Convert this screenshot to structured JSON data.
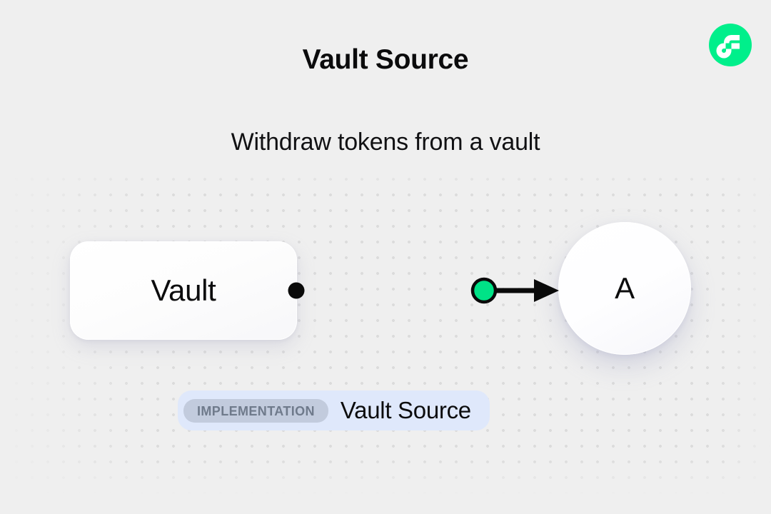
{
  "header": {
    "title": "Vault Source",
    "subtitle": "Withdraw tokens from a vault",
    "logo_icon": "flow-logo-icon",
    "logo_color": "#00ef8b"
  },
  "diagram": {
    "source_node": {
      "label": "Vault",
      "shape": "rounded-rectangle",
      "fill": "#ffffff"
    },
    "target_node": {
      "label": "A",
      "shape": "circle",
      "fill": "#ffffff"
    },
    "edge": {
      "from_handle_icon": "edge-source-dot-icon",
      "to_handle_icon": "edge-arrowhead-icon",
      "marker_icon": "edge-flow-marker-icon",
      "line_color": "#0a0a0a",
      "marker_color": "#00e387"
    }
  },
  "badge": {
    "tag": "IMPLEMENTATION",
    "value": "Vault Source",
    "background": "#dfe8fb",
    "tag_background": "#c2cbdd",
    "tag_color": "#6f7a8b"
  },
  "canvas": {
    "background": "#efefef",
    "dot_color": "#dcdcdc"
  }
}
